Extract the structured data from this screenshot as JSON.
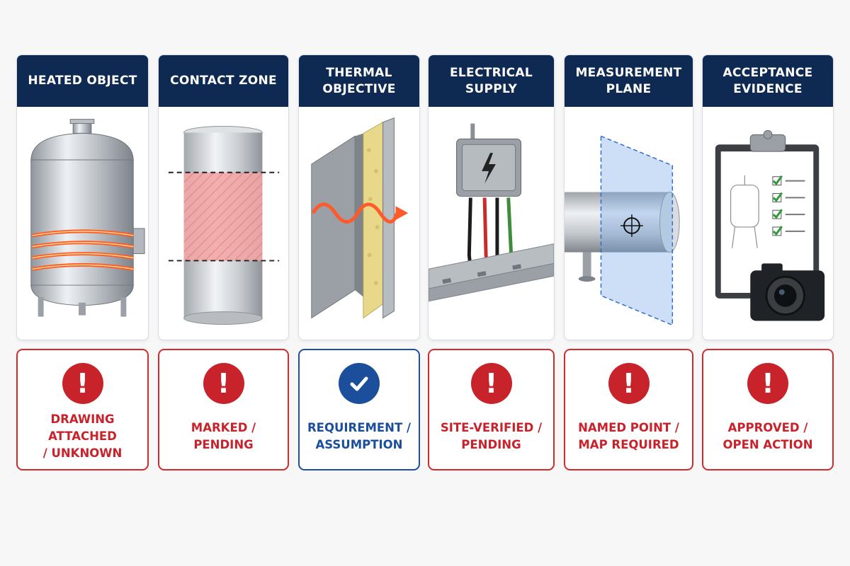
{
  "colors": {
    "header_bg": "#0f2a52",
    "status_red": "#c8232b",
    "status_blue": "#1b4f9c"
  },
  "columns": [
    {
      "header": "HEATED OBJECT",
      "illustration": "tank-with-heating-coil-icon",
      "status": {
        "state": "warning",
        "icon": "exclamation-icon",
        "text": "DRAWING ATTACHED\n/ UNKNOWN"
      }
    },
    {
      "header": "CONTACT ZONE",
      "illustration": "pipe-contact-zone-icon",
      "status": {
        "state": "warning",
        "icon": "exclamation-icon",
        "text": "MARKED / PENDING"
      }
    },
    {
      "header": "THERMAL\nOBJECTIVE",
      "illustration": "insulated-wall-heat-flow-icon",
      "status": {
        "state": "ok",
        "icon": "checkmark-icon",
        "text": "REQUIREMENT /\nASSUMPTION"
      }
    },
    {
      "header": "ELECTRICAL\nSUPPLY",
      "illustration": "junction-box-cable-tray-icon",
      "status": {
        "state": "warning",
        "icon": "exclamation-icon",
        "text": "SITE-VERIFIED /\nPENDING"
      }
    },
    {
      "header": "MEASUREMENT\nPLANE",
      "illustration": "pipe-measurement-plane-icon",
      "status": {
        "state": "warning",
        "icon": "exclamation-icon",
        "text": "NAMED POINT /\nMAP REQUIRED"
      }
    },
    {
      "header": "ACCEPTANCE\nEVIDENCE",
      "illustration": "clipboard-checklist-camera-icon",
      "status": {
        "state": "warning",
        "icon": "exclamation-icon",
        "text": "APPROVED /\nOPEN ACTION"
      }
    }
  ]
}
